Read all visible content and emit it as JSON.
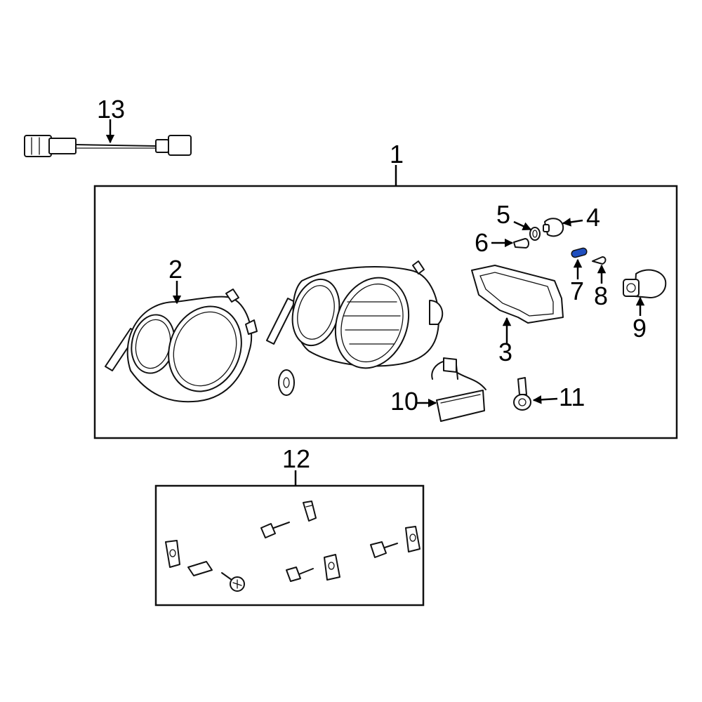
{
  "diagram": {
    "callouts": {
      "c1": "1",
      "c2": "2",
      "c3": "3",
      "c4": "4",
      "c5": "5",
      "c6": "6",
      "c7": "7",
      "c8": "8",
      "c9": "9",
      "c10": "10",
      "c11": "11",
      "c12": "12",
      "c13": "13"
    },
    "highlight_color": "#1f4fbf"
  }
}
